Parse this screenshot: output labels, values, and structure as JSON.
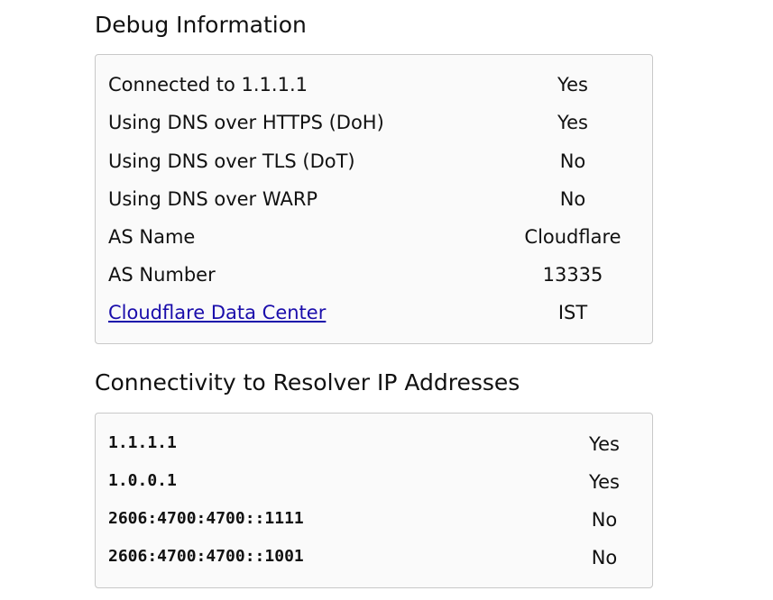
{
  "debug": {
    "title": "Debug Information",
    "rows": [
      {
        "label": "Connected to 1.1.1.1",
        "value": "Yes"
      },
      {
        "label": "Using DNS over HTTPS (DoH)",
        "value": "Yes"
      },
      {
        "label": "Using DNS over TLS (DoT)",
        "value": "No"
      },
      {
        "label": "Using DNS over WARP",
        "value": "No"
      },
      {
        "label": "AS Name",
        "value": "Cloudflare"
      },
      {
        "label": "AS Number",
        "value": "13335"
      },
      {
        "label": "Cloudflare Data Center",
        "value": "IST"
      }
    ]
  },
  "resolver": {
    "title": "Connectivity to Resolver IP Addresses",
    "rows": [
      {
        "address": "1.1.1.1",
        "value": "Yes"
      },
      {
        "address": "1.0.0.1",
        "value": "Yes"
      },
      {
        "address": "2606:4700:4700::1111",
        "value": "No"
      },
      {
        "address": "2606:4700:4700::1001",
        "value": "No"
      }
    ]
  },
  "colors": {
    "link": "#1a0dab",
    "card_background": "#fafafa",
    "card_border": "#c8c8c8"
  }
}
